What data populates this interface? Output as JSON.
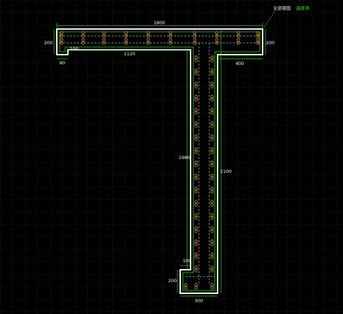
{
  "legend": {
    "label_a": "全部钢筋",
    "label_b": "选择项"
  },
  "dimensions": {
    "top_width": "1800",
    "left_flange_height": "200",
    "right_flange_height": "200",
    "left_stub_width": "80",
    "inner_left_stub": "100",
    "inner_top_length": "1120",
    "right_offset": "400",
    "stem_inner_length": "1980",
    "stem_outer_length": "2100",
    "foot_stub": "100",
    "foot_height": "200",
    "foot_width": "300"
  },
  "colors": {
    "background": "#000000",
    "grid": "#3a3a3a",
    "section_outline": "#ffffff",
    "dimension_lines": "#2fe62f",
    "rebar_circles": "#d9a441",
    "stirrup_dashed": "#bfbfbf"
  }
}
